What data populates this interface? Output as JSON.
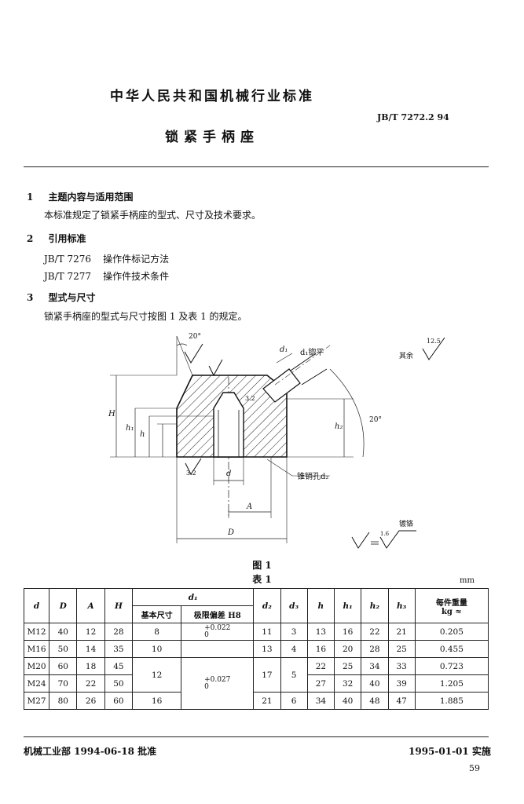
{
  "header": {
    "org_title": "中华人民共和国机械行业标准",
    "standard_code": "JB/T 7272.2 94",
    "doc_title": "锁紧手柄座"
  },
  "sections": [
    {
      "num": "1",
      "title": "主题内容与适用范围",
      "body": "本标准规定了锁紧手柄座的型式、尺寸及技术要求。"
    },
    {
      "num": "2",
      "title": "引用标准",
      "refs": [
        {
          "code": "JB/T 7276",
          "name": "操作件标记方法"
        },
        {
          "code": "JB/T 7277",
          "name": "操作件技术条件"
        }
      ]
    },
    {
      "num": "3",
      "title": "型式与尺寸",
      "body": "锁紧手柄座的型式与尺寸按图 1 及表 1 的规定。"
    }
  ],
  "figure": {
    "caption": "图 1",
    "labels": {
      "angle_top": "20°",
      "angle_right": "20°",
      "d1": "d₁",
      "d1_flat": "d₁锪平",
      "others": "其余",
      "rough_main": "12.5",
      "rough_bore": "3.2",
      "rough_bottom": "3.2",
      "rough_knurl": "1.6",
      "knurl_label": "镀铬",
      "H": "H",
      "h1": "h₁",
      "h": "h",
      "h2": "h₂",
      "d": "d",
      "A": "A",
      "D": "D",
      "taper_hole": "锥销孔d₂"
    }
  },
  "table": {
    "caption": "表 1",
    "unit": "mm",
    "headers": {
      "d": "d",
      "D": "D",
      "A": "A",
      "H": "H",
      "d1": "d₁",
      "d1_basic": "基本尺寸",
      "d1_tol": "极限偏差 H8",
      "d2": "d₂",
      "d3": "d₃",
      "h": "h",
      "h1": "h₁",
      "h2": "h₂",
      "h3": "h₃",
      "weight": "每件重量",
      "weight_unit": "kg ≈"
    },
    "tol_a": {
      "upper": "+0.022",
      "lower": "0"
    },
    "tol_b": {
      "upper": "+0.027",
      "lower": "0"
    },
    "rows": [
      {
        "d": "M12",
        "D": "40",
        "A": "12",
        "H": "28",
        "d1": "8",
        "d2": "11",
        "d3": "3",
        "h": "13",
        "h1": "16",
        "h2": "22",
        "h3": "21",
        "w": "0.205"
      },
      {
        "d": "M16",
        "D": "50",
        "A": "14",
        "H": "35",
        "d1": "10",
        "d2": "13",
        "d3": "4",
        "h": "16",
        "h1": "20",
        "h2": "28",
        "h3": "25",
        "w": "0.455"
      },
      {
        "d": "M20",
        "D": "60",
        "A": "18",
        "H": "45",
        "d1": "12",
        "d2": "17",
        "d3": "5",
        "h": "22",
        "h1": "25",
        "h2": "34",
        "h3": "33",
        "w": "0.723"
      },
      {
        "d": "M24",
        "D": "70",
        "A": "22",
        "H": "50",
        "d1": "",
        "d2": "",
        "d3": "",
        "h": "27",
        "h1": "32",
        "h2": "40",
        "h3": "39",
        "w": "1.205"
      },
      {
        "d": "M27",
        "D": "80",
        "A": "26",
        "H": "60",
        "d1": "16",
        "d2": "21",
        "d3": "6",
        "h": "34",
        "h1": "40",
        "h2": "48",
        "h3": "47",
        "w": "1.885"
      }
    ]
  },
  "footer": {
    "approved": "机械工业部 1994-06-18 批准",
    "effective": "1995-01-01 实施",
    "page": "59"
  }
}
